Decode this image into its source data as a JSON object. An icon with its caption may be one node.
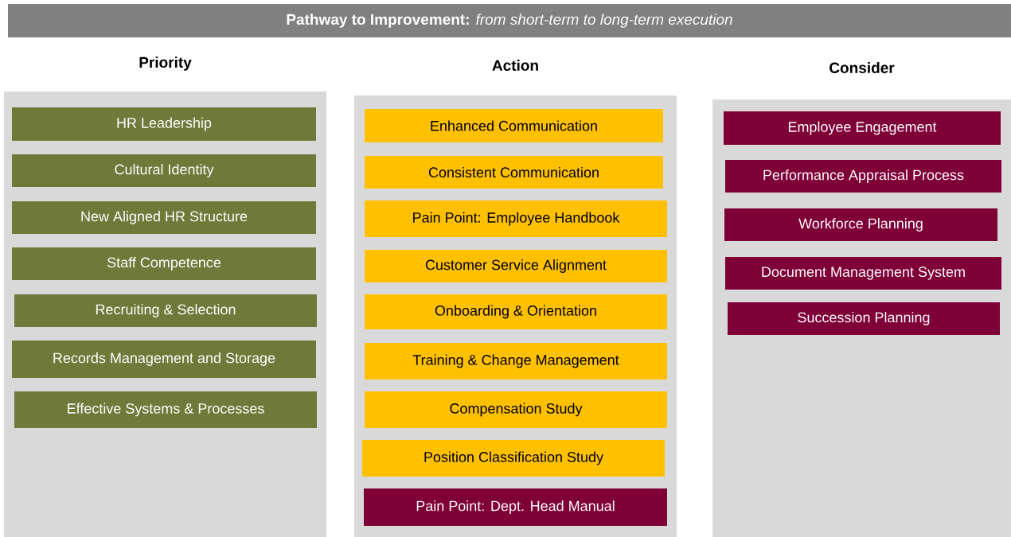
{
  "diagram": {
    "nodes": [
      {
        "text": [
          "**Pathway to Improvement:**  *from short-term to long-term execution*"
        ]
      },
      {
        "text": [
          "Priority"
        ]
      },
      {
        "text": [
          "HR Leadership"
        ],
        "in": 1
      },
      {
        "text": [
          "Cultural Identity"
        ],
        "in": 1
      },
      {
        "text": [
          "New Aligned HR Structure"
        ],
        "in": 1
      },
      {
        "text": [
          "Staff Competence"
        ],
        "in": 1
      },
      {
        "text": [
          "Recruiting & Selection"
        ],
        "in": 1
      },
      {
        "text": [
          "Records Management and Storage"
        ],
        "in": 1
      },
      {
        "text": [
          "Effective Systems & Processes"
        ],
        "in": 1
      },
      {
        "text": [
          "Action"
        ]
      },
      {
        "text": [
          "Enhanced Communication"
        ],
        "in": 9
      },
      {
        "text": [
          "Consistent Communication"
        ],
        "in": 9
      },
      {
        "text": [
          "Pain Point:  Employee Handbook"
        ],
        "in": 9
      },
      {
        "text": [
          "Customer Service Alignment"
        ],
        "in": 9
      },
      {
        "text": [
          "Onboarding & Orientation"
        ],
        "in": 9
      },
      {
        "text": [
          "Training & Change Management"
        ],
        "in": 9
      },
      {
        "text": [
          "Compensation Study"
        ],
        "in": 9
      },
      {
        "text": [
          "Position Classification Study"
        ],
        "in": 9
      },
      {
        "text": [
          "Pain Point:  Dept. Head Manual"
        ],
        "in": 9
      },
      {
        "text": [
          "Consider"
        ]
      },
      {
        "text": [
          "Employee Engagement"
        ],
        "in": 19
      },
      {
        "text": [
          "Performance Appraisal Process"
        ],
        "in": 19
      },
      {
        "text": [
          "Workforce Planning"
        ],
        "in": 19
      },
      {
        "text": [
          "Document Management System"
        ],
        "in": 19
      },
      {
        "text": [
          "Succession Planning"
        ],
        "in": 19
      }
    ]
  }
}
